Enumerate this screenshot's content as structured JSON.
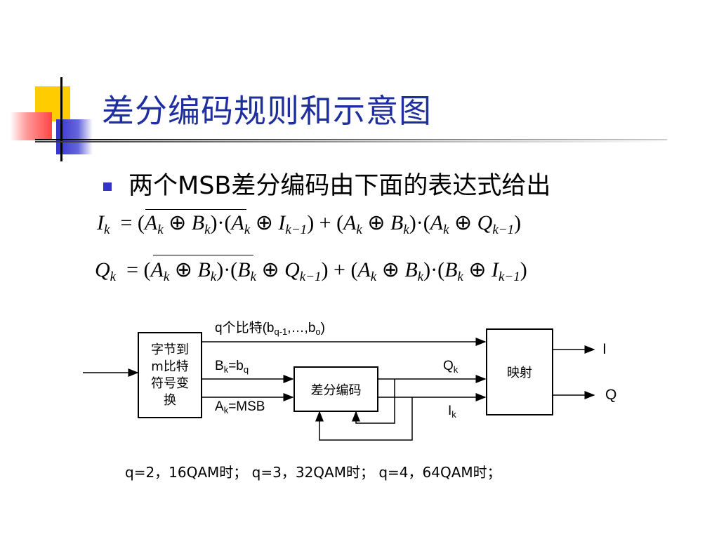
{
  "title": "差分编码规则和示意图",
  "bullet": "两个MSB差分编码由下面的表达式给出",
  "equations": {
    "eq1": {
      "lhs": "I",
      "lhs_sub": "k",
      "t1_a": "A",
      "t1_a_sub": "k",
      "t1_b": "B",
      "t1_b_sub": "k",
      "t2_a": "A",
      "t2_a_sub": "k",
      "t2_b": "I",
      "t2_b_sub": "k−1",
      "t3_a": "A",
      "t3_a_sub": "k",
      "t3_b": "B",
      "t3_b_sub": "k",
      "t4_a": "A",
      "t4_a_sub": "k",
      "t4_b": "Q",
      "t4_b_sub": "k−1"
    },
    "eq2": {
      "lhs": "Q",
      "lhs_sub": "k",
      "t1_a": "A",
      "t1_a_sub": "k",
      "t1_b": "B",
      "t1_b_sub": "k",
      "t2_a": "B",
      "t2_a_sub": "k",
      "t2_b": "Q",
      "t2_b_sub": "k−1",
      "t3_a": "A",
      "t3_a_sub": "k",
      "t3_b": "B",
      "t3_b_sub": "k",
      "t4_a": "B",
      "t4_a_sub": "k",
      "t4_b": "I",
      "t4_b_sub": "k−1"
    }
  },
  "diagram": {
    "box_converter_lines": [
      "字节到",
      "m比特",
      "符号变",
      "换"
    ],
    "box_diff": "差分编码",
    "box_map": "映射",
    "label_q_bits": "q个比特(b",
    "label_q_bits_sub1": "q-1",
    "label_q_bits_mid": ",…,b",
    "label_q_bits_sub2": "o",
    "label_q_bits_end": ")",
    "label_bk": "B",
    "label_bk_sub": "k",
    "label_bk_eq": "=b",
    "label_bk_eq_sub": "q",
    "label_ak": "A",
    "label_ak_sub": "k",
    "label_ak_eq": "=MSB",
    "label_qk": "Q",
    "label_qk_sub": "k",
    "label_ik": "I",
    "label_ik_sub": "k",
    "out_i": "I",
    "out_q": "Q"
  },
  "footnote": "q=2，16QAM时；  q=3，32QAM时；  q=4，64QAM时；"
}
